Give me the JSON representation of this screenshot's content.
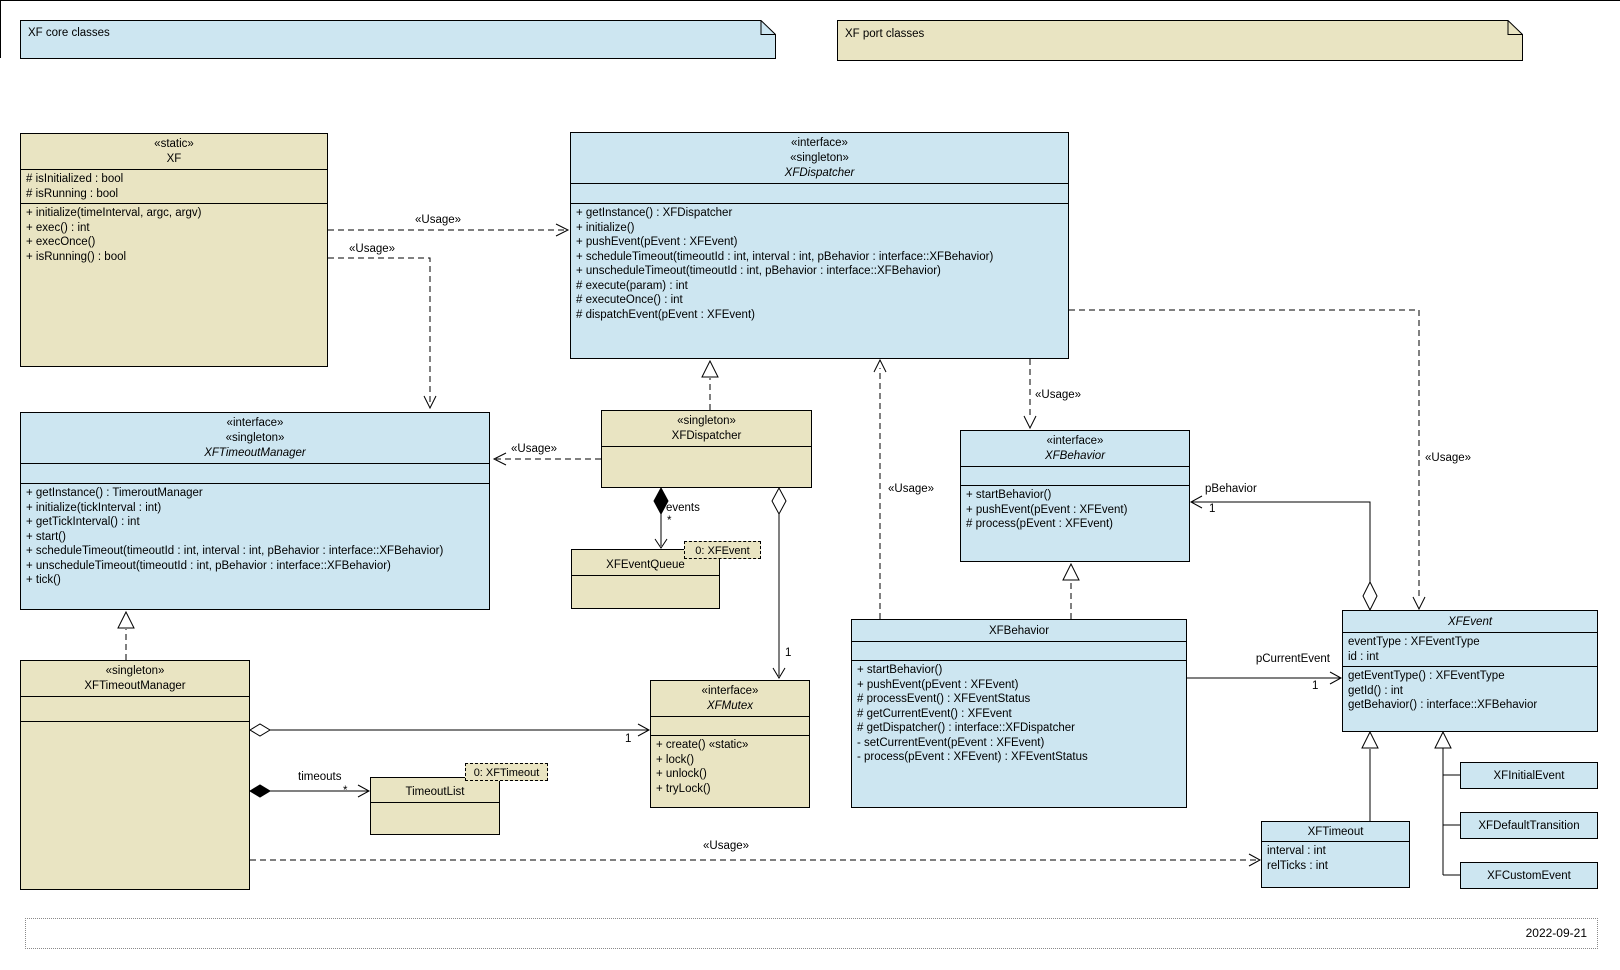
{
  "diagram": {
    "notes": {
      "core_label": "XF core classes",
      "port_label": "XF port classes"
    },
    "footer_date": "2022-09-21"
  },
  "colors": {
    "core_fill": "#cde6f1",
    "port_fill": "#e9e4c2",
    "line": "#000000"
  },
  "classes": {
    "xf": {
      "stereotype": "«static»",
      "name": "XF",
      "attributes": [
        "# isInitialized : bool",
        "# isRunning : bool"
      ],
      "methods": [
        "+ initialize(timeInterval, argc, argv)",
        "+ exec() : int",
        "+ execOnce()",
        "+ isRunning() : bool"
      ]
    },
    "xfdispatcher_interface": {
      "stereotype1": "«interface»",
      "stereotype2": "«singleton»",
      "name": "XFDispatcher",
      "methods": [
        "+ getInstance() : XFDispatcher",
        "+ initialize()",
        "+ pushEvent(pEvent : XFEvent)",
        "+ scheduleTimeout(timeoutId : int, interval : int, pBehavior : interface::XFBehavior)",
        "+ unscheduleTimeout(timeoutId : int, pBehavior : interface::XFBehavior)",
        "# execute(param) : int",
        "# executeOnce() : int",
        "# dispatchEvent(pEvent : XFEvent)"
      ]
    },
    "xftimeoutmanager_interface": {
      "stereotype1": "«interface»",
      "stereotype2": "«singleton»",
      "name": "XFTimeoutManager",
      "methods": [
        "+ getInstance() : TimeroutManager",
        "+ initialize(tickInterval : int)",
        "+ getTickInterval() : int",
        "+ start()",
        "+ scheduleTimeout(timeoutId : int, interval : int, pBehavior : interface::XFBehavior)",
        "+ unscheduleTimeout(timeoutId : int, pBehavior : interface::XFBehavior)",
        "+ tick()"
      ]
    },
    "xfdispatcher_singleton": {
      "stereotype": "«singleton»",
      "name": "XFDispatcher"
    },
    "xfeventqueue": {
      "name": "XFEventQueue"
    },
    "xfbehavior_interface": {
      "stereotype": "«interface»",
      "name": "XFBehavior",
      "methods": [
        "+ startBehavior()",
        "+ pushEvent(pEvent : XFEvent)",
        "# process(pEvent : XFEvent)"
      ]
    },
    "xfbehavior": {
      "name": "XFBehavior",
      "methods": [
        "+ startBehavior()",
        "+ pushEvent(pEvent : XFEvent)",
        "# processEvent() : XFEventStatus",
        "# getCurrentEvent() : XFEvent",
        "# getDispatcher() : interface::XFDispatcher",
        "- setCurrentEvent(pEvent : XFEvent)",
        "- process(pEvent : XFEvent) : XFEventStatus"
      ]
    },
    "xfmutex": {
      "stereotype": "«interface»",
      "name": "XFMutex",
      "methods": [
        "+ create() «static»",
        "+ lock()",
        "+ unlock()",
        "+ tryLock()"
      ]
    },
    "xftimeoutmanager_singleton": {
      "stereotype": "«singleton»",
      "name": "XFTimeoutManager"
    },
    "timeoutlist": {
      "name": "TimeoutList"
    },
    "xfevent": {
      "name": "XFEvent",
      "attributes": [
        "eventType : XFEventType",
        "id : int"
      ],
      "methods": [
        "getEventType() : XFEventType",
        "getId() : int",
        "getBehavior() : interface::XFBehavior"
      ]
    },
    "xftimeout": {
      "name": "XFTimeout",
      "attributes": [
        "interval : int",
        "relTicks : int"
      ]
    },
    "xfinitialevent": {
      "name": "XFInitialEvent"
    },
    "xfdefaulttransition": {
      "name": "XFDefaultTransition"
    },
    "xfcustomevent": {
      "name": "XFCustomEvent"
    }
  },
  "objects": {
    "event_instance": "0: XFEvent",
    "timeout_instance": "0: XFTimeout"
  },
  "edge_labels": {
    "usage": "«Usage»",
    "events": "events",
    "timeouts": "timeouts",
    "p_behavior": "pBehavior",
    "p_current_event": "pCurrentEvent",
    "many": "*",
    "one": "1"
  }
}
